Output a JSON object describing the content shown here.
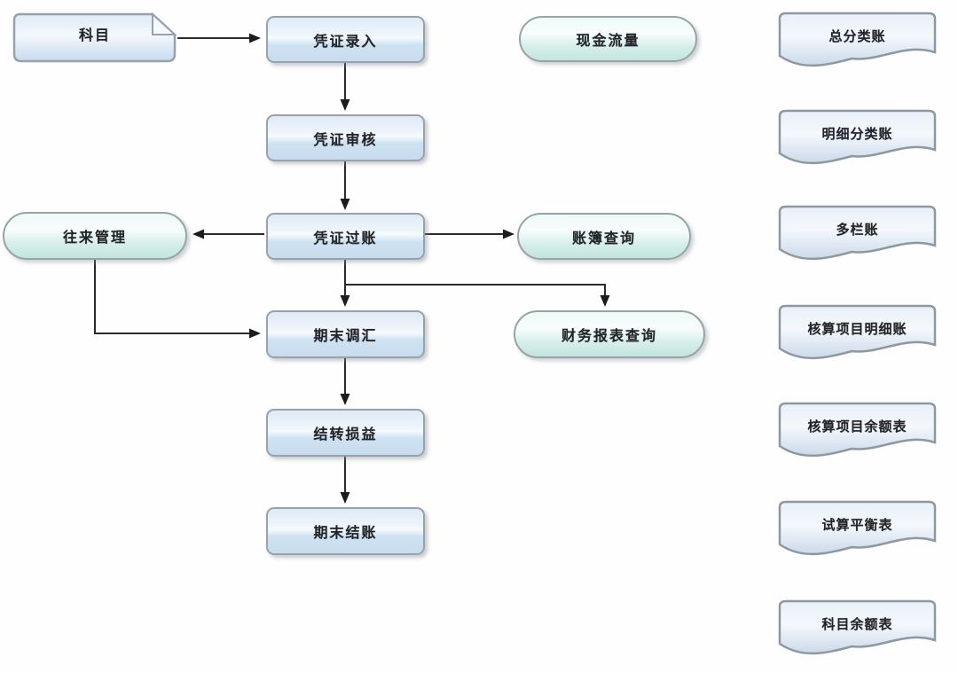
{
  "diagram": {
    "kind": "flowchart",
    "language": "zh-CN",
    "background": "#ffffff"
  },
  "colors": {
    "process_fill_top": "#dfeaf6",
    "process_fill_bottom": "#c7dcee",
    "stadium_fill_top": "#eefaf7",
    "stadium_fill_bottom": "#c3e5de",
    "document_fill_top": "#e9f0f8",
    "document_fill_bottom": "#ccd9ea",
    "shape_border": "#98a2ac",
    "arrow": "#222222",
    "text": "#222428"
  },
  "nodes": {
    "subject": {
      "label": "科目",
      "shape": "note"
    },
    "voucher_entry": {
      "label": "凭证录入",
      "shape": "process"
    },
    "voucher_audit": {
      "label": "凭证审核",
      "shape": "process"
    },
    "voucher_posting": {
      "label": "凭证过账",
      "shape": "process"
    },
    "period_adjust": {
      "label": "期末调汇",
      "shape": "process"
    },
    "carry_over_pl": {
      "label": "结转损益",
      "shape": "process"
    },
    "period_close": {
      "label": "期末结账",
      "shape": "process"
    },
    "cash_flow": {
      "label": "现金流量",
      "shape": "stadium"
    },
    "contact_mgmt": {
      "label": "往来管理",
      "shape": "stadium"
    },
    "ledger_query": {
      "label": "账簿查询",
      "shape": "stadium"
    },
    "report_query": {
      "label": "财务报表查询",
      "shape": "stadium"
    },
    "general_ledger": {
      "label": "总分类账",
      "shape": "document"
    },
    "detail_ledger": {
      "label": "明细分类账",
      "shape": "document"
    },
    "multi_column": {
      "label": "多栏账",
      "shape": "document"
    },
    "item_detail": {
      "label": "核算项目明细账",
      "shape": "document"
    },
    "item_balance": {
      "label": "核算项目余额表",
      "shape": "document"
    },
    "trial_balance": {
      "label": "试算平衡表",
      "shape": "document"
    },
    "subject_balance": {
      "label": "科目余额表",
      "shape": "document"
    }
  },
  "edges": [
    {
      "from": "subject",
      "to": "voucher_entry"
    },
    {
      "from": "voucher_entry",
      "to": "voucher_audit"
    },
    {
      "from": "voucher_audit",
      "to": "voucher_posting"
    },
    {
      "from": "voucher_posting",
      "to": "contact_mgmt"
    },
    {
      "from": "voucher_posting",
      "to": "ledger_query"
    },
    {
      "from": "voucher_posting",
      "to": "period_adjust"
    },
    {
      "from": "voucher_posting",
      "to": "report_query"
    },
    {
      "from": "contact_mgmt",
      "to": "period_adjust"
    },
    {
      "from": "period_adjust",
      "to": "carry_over_pl"
    },
    {
      "from": "carry_over_pl",
      "to": "period_close"
    }
  ]
}
